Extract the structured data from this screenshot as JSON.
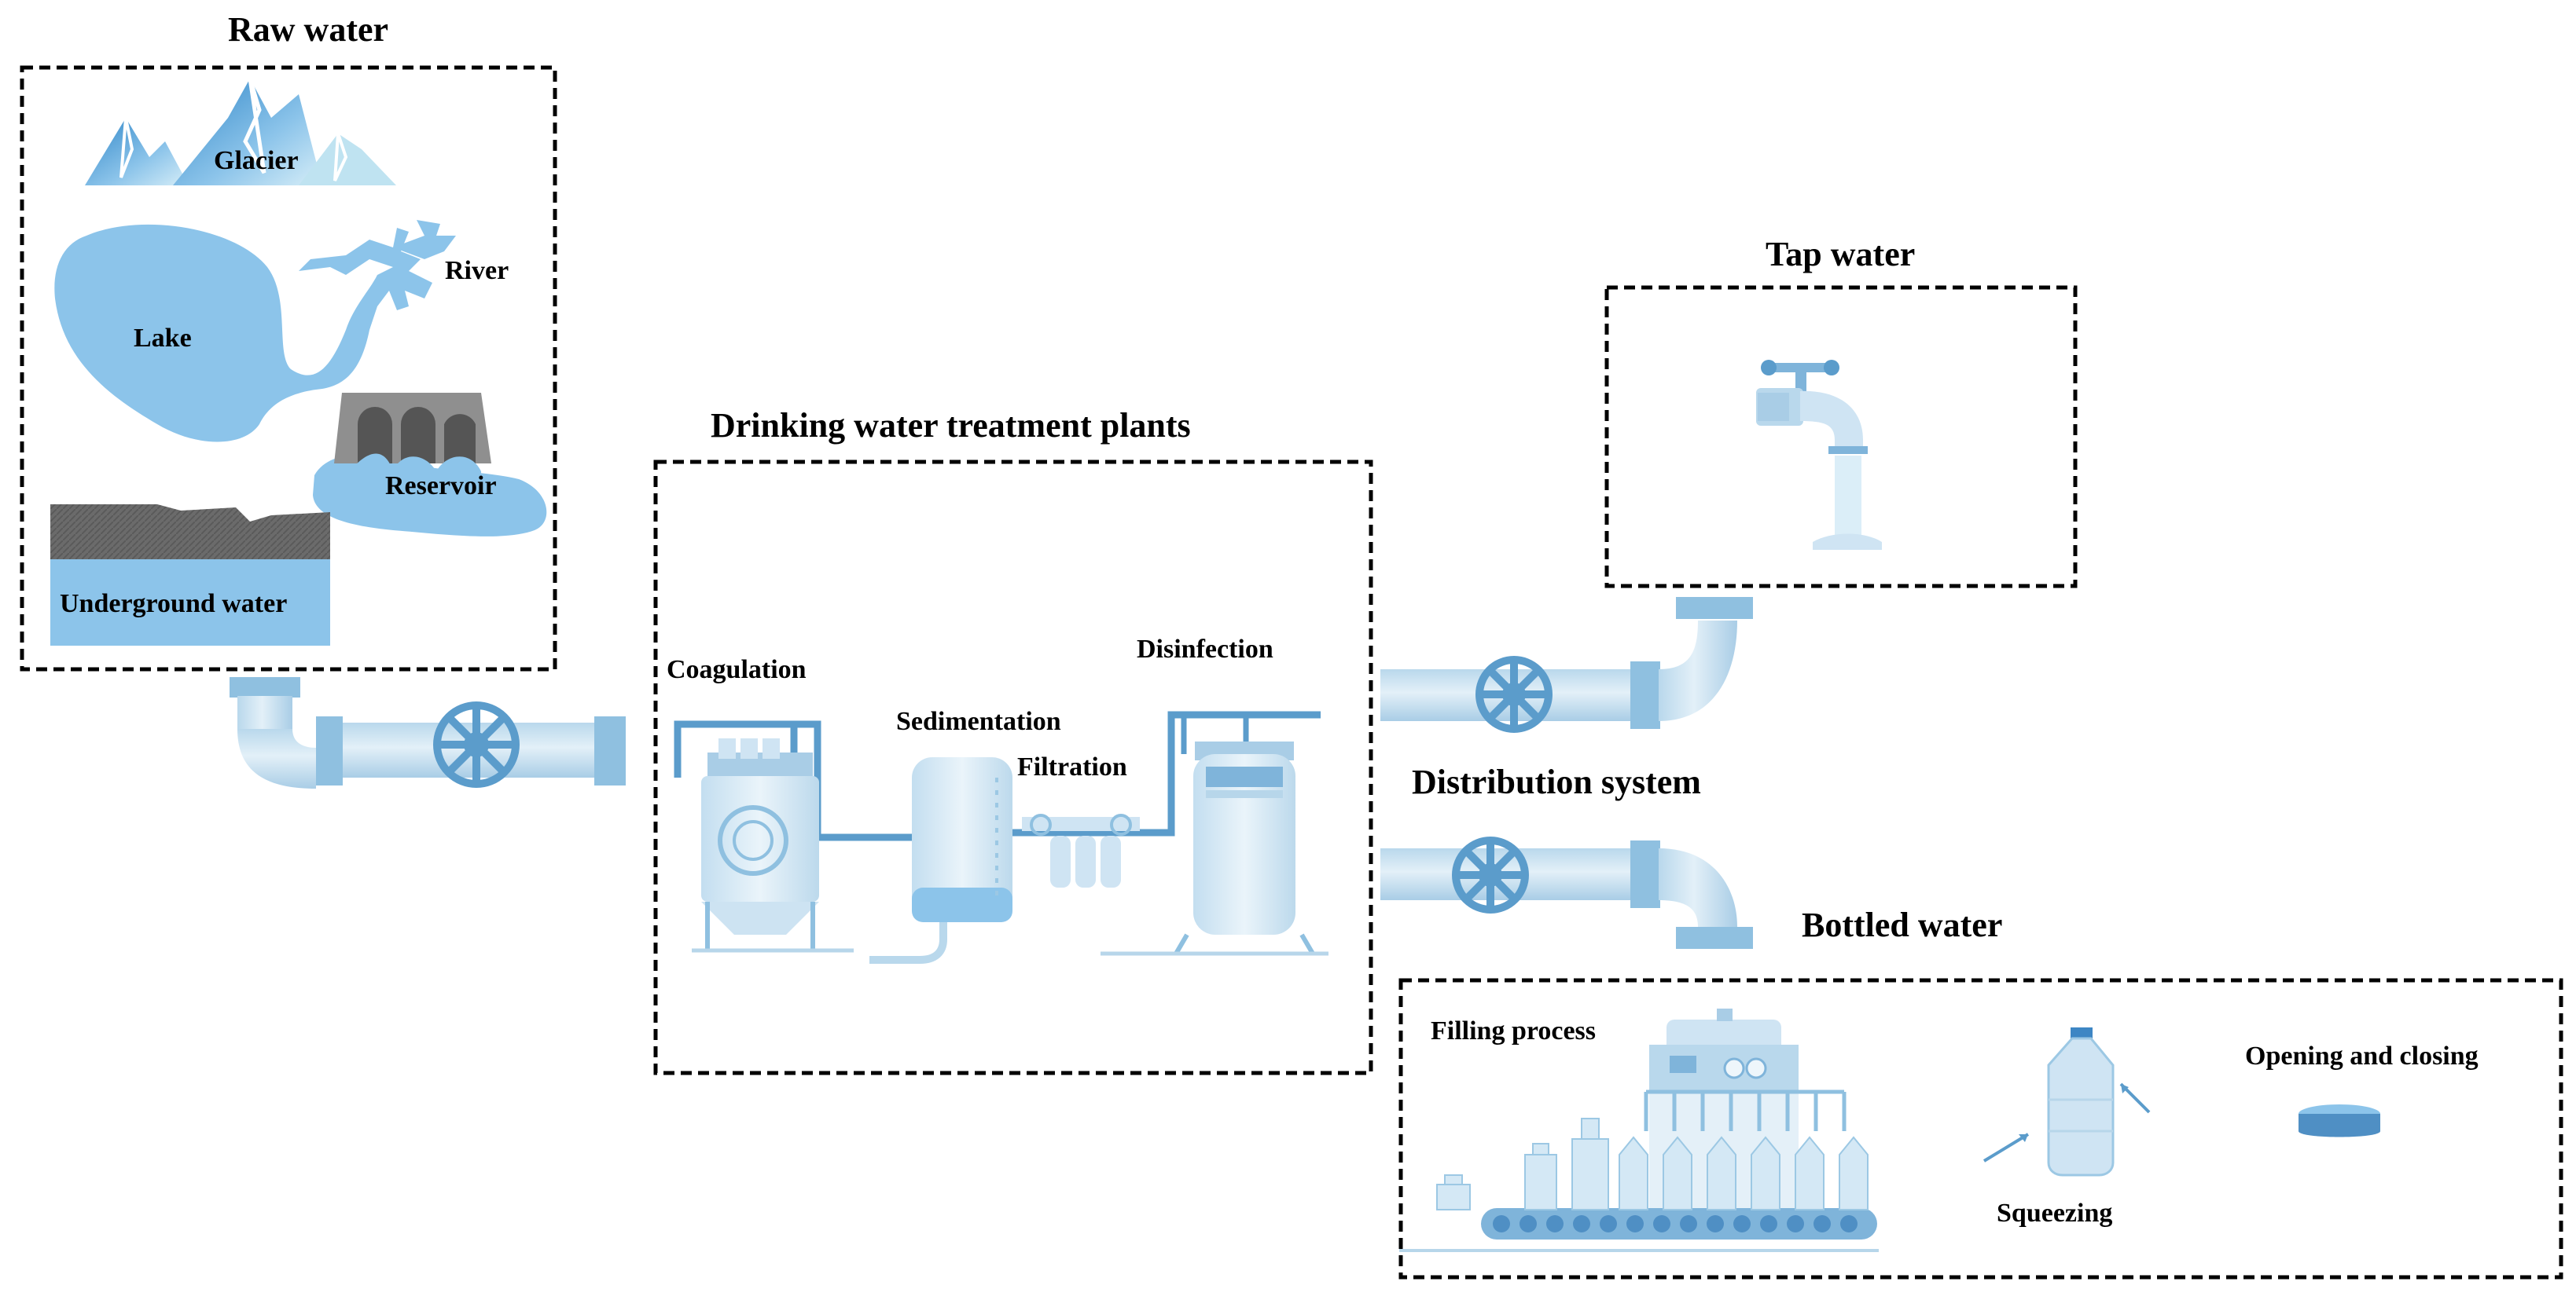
{
  "sections": {
    "raw_water": {
      "title": "Raw water",
      "labels": {
        "glacier": "Glacier",
        "river": "River",
        "lake": "Lake",
        "reservoir": "Reservoir",
        "underground": "Underground water"
      }
    },
    "treatment": {
      "title": "Drinking water treatment plants",
      "steps": {
        "coagulation": "Coagulation",
        "sedimentation": "Sedimentation",
        "filtration": "Filtration",
        "disinfection": "Disinfection"
      }
    },
    "tap": {
      "title": "Tap water"
    },
    "distribution": {
      "title": "Distribution system"
    },
    "bottled": {
      "title": "Bottled water",
      "labels": {
        "filling": "Filling process",
        "squeezing": "Squeezing",
        "opening": "Opening and closing"
      }
    }
  },
  "colors": {
    "water": "#8cc4ea",
    "pipe": "#c7e1f1",
    "pipe_dark": "#6fa9d3",
    "equipment": "#dcebf6",
    "ground": "#6d6d6d",
    "box_border": "#000000"
  }
}
